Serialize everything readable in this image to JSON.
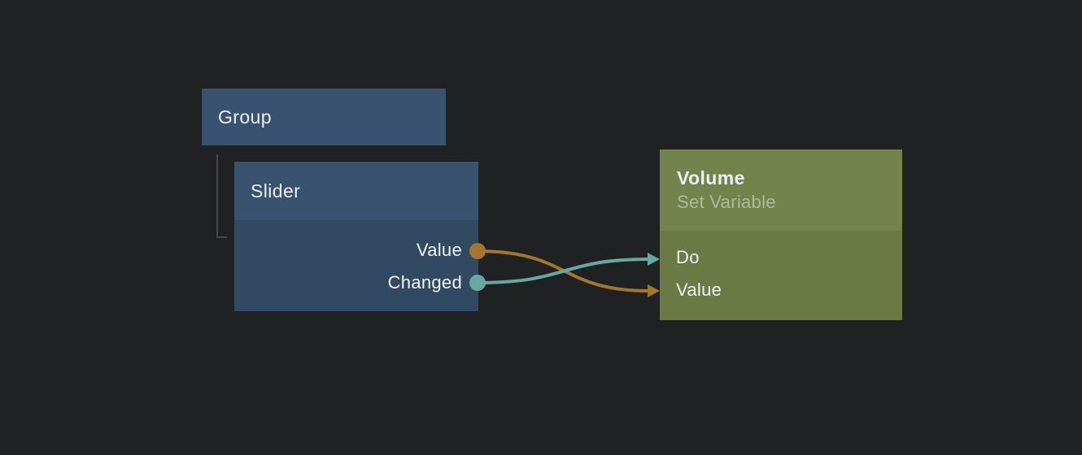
{
  "canvas": {
    "background": "#1f2122",
    "node_link_color": "#474747"
  },
  "colors": {
    "canvas_bg": "#1f2122",
    "blue_header": "#395270",
    "blue_body": "#314961",
    "green_header": "#74834c",
    "green_body": "#6b7945",
    "wire_orange": "#a3782b",
    "wire_teal": "#67a8a5",
    "title_text": "#edf0f3",
    "subtitle_text": "#b1b998",
    "port_text": "#f2f4f6"
  },
  "nodes": {
    "group": {
      "title": "Group"
    },
    "slider": {
      "title": "Slider",
      "outputs": [
        {
          "label": "Value",
          "color": "#a3782b"
        },
        {
          "label": "Changed",
          "color": "#67a8a5"
        }
      ]
    },
    "volume": {
      "title": "Volume",
      "subtitle": "Set Variable",
      "inputs": [
        {
          "label": "Do",
          "color": "#67a8a5"
        },
        {
          "label": "Value",
          "color": "#a3782b"
        }
      ]
    }
  },
  "connections": [
    {
      "from": "Slider.Value",
      "to": "Volume.Value",
      "color": "#a3782b"
    },
    {
      "from": "Slider.Changed",
      "to": "Volume.Do",
      "color": "#67a8a5"
    }
  ]
}
